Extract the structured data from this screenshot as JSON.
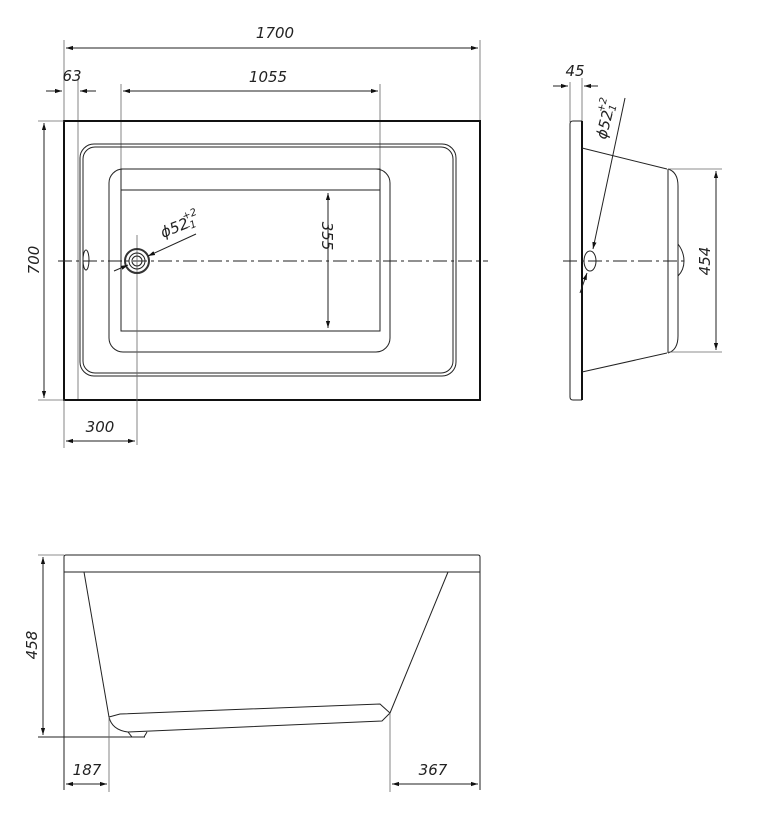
{
  "drawing": {
    "subject": "Rectangular bathtub technical drawing",
    "units": "mm",
    "top_view": {
      "overall_length": "1700",
      "overall_width": "700",
      "rim_offset": "63",
      "inner_bottom_length": "1055",
      "inner_bottom_width": "355",
      "drain_offset": "300",
      "drain_diameter": "ϕ52",
      "drain_tol_plus": "+2",
      "drain_tol_minus": "-1"
    },
    "side_view": {
      "rim_thickness": "45",
      "drain_diameter": "ϕ52",
      "drain_tol_plus": "+2",
      "drain_tol_minus": "-1",
      "bottom_width": "454"
    },
    "front_view": {
      "height": "458",
      "left_slope_offset": "187",
      "right_slope_offset": "367"
    }
  }
}
